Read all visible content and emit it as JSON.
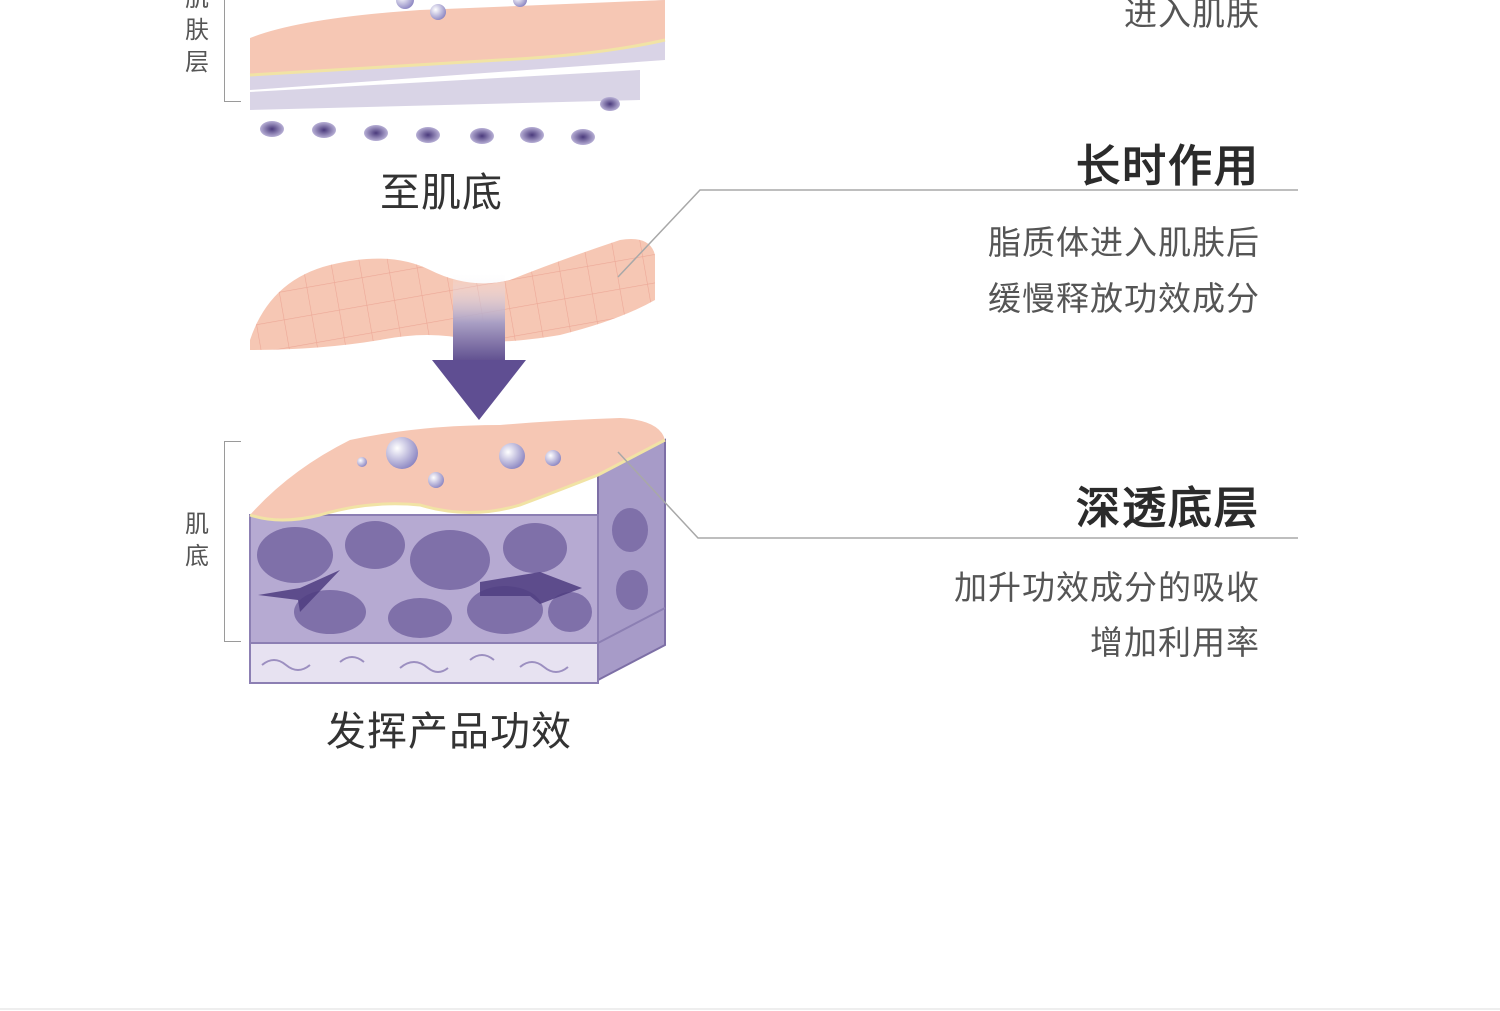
{
  "layers": {
    "skin_layer_label": "肌肤层",
    "skin_base_label": "肌底"
  },
  "captions": {
    "top_partial_desc": "进入肌肤",
    "to_base": "至肌底",
    "effect": "发挥产品功效"
  },
  "sections": [
    {
      "heading": "长时作用",
      "lines": [
        "脂质体进入肌肤后",
        "缓慢释放功效成分"
      ]
    },
    {
      "heading": "深透底层",
      "lines": [
        "加升功效成分的吸收",
        "增加利用率"
      ]
    }
  ],
  "colors": {
    "skin_pink": "#f6c7b4",
    "tissue_purple": "#8d7fb3",
    "arrow_purple": "#6b5a9a",
    "line_gray": "#a8a8a8"
  }
}
